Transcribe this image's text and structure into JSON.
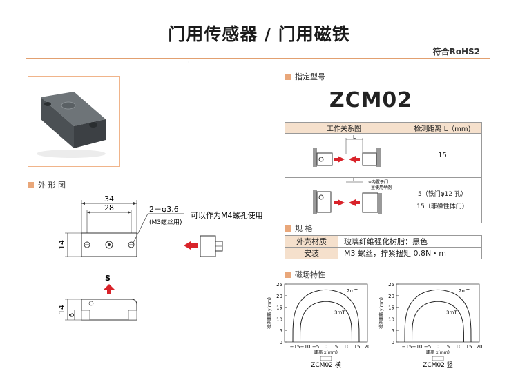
{
  "header": {
    "title": "门用传感器 / 门用磁铁",
    "rohs": "符合RoHS2"
  },
  "sections": {
    "outline": "外 形 图",
    "model": "指定型号",
    "spec": "规 格",
    "magnetic": "磁场特性"
  },
  "model_name": "ZCM02",
  "relation_table": {
    "col1": "工作关系图",
    "col2": "检测距离 L（mm)",
    "row1_value": "15",
    "row2_value1": "5（铁门φ12 孔）",
    "row2_value2": "15（非磁性体门）",
    "row2_note": "※内置于门\n里使用举例"
  },
  "dimensions": {
    "width_outer": "34",
    "width_inner": "28",
    "height": "14",
    "hole": "2－φ3.6",
    "hole_note": "(M3螺丝用)",
    "m4_note": "可以作为M4螺孔使用",
    "side_height": "14",
    "side_small": "6",
    "s_label": "S"
  },
  "specs": [
    {
      "label": "外壳材质",
      "value": "玻璃纤维强化树脂：黑色"
    },
    {
      "label": "安装",
      "value": "M3 螺丝，拧紧扭矩 0.8N・m"
    }
  ],
  "charts": {
    "ylabel": "检测距离 y(mm)",
    "xlabel": "距离 x(mm)",
    "yticks": [
      "25",
      "20",
      "15",
      "10",
      "5",
      "0"
    ],
    "xticks": [
      "−15",
      "−10",
      "−5",
      "0",
      "5",
      "10",
      "15",
      "20"
    ],
    "curve1": "2mT",
    "curve2": "3mT",
    "caption_left": "ZCM02 横",
    "caption_right": "ZCM02 竖"
  }
}
